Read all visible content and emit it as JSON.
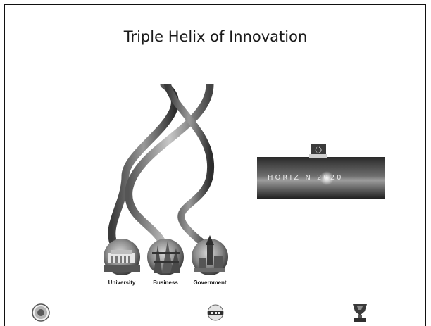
{
  "slide": {
    "title": "Triple Helix of Innovation",
    "helix_labels": [
      "University",
      "Business",
      "Government"
    ],
    "horizon_logo_text": "HORIZ  N 2020"
  },
  "icons": [
    "university-seal-icon",
    "idi-logo-icon",
    "heraldic-crest-icon",
    "eu-flag-icon"
  ]
}
